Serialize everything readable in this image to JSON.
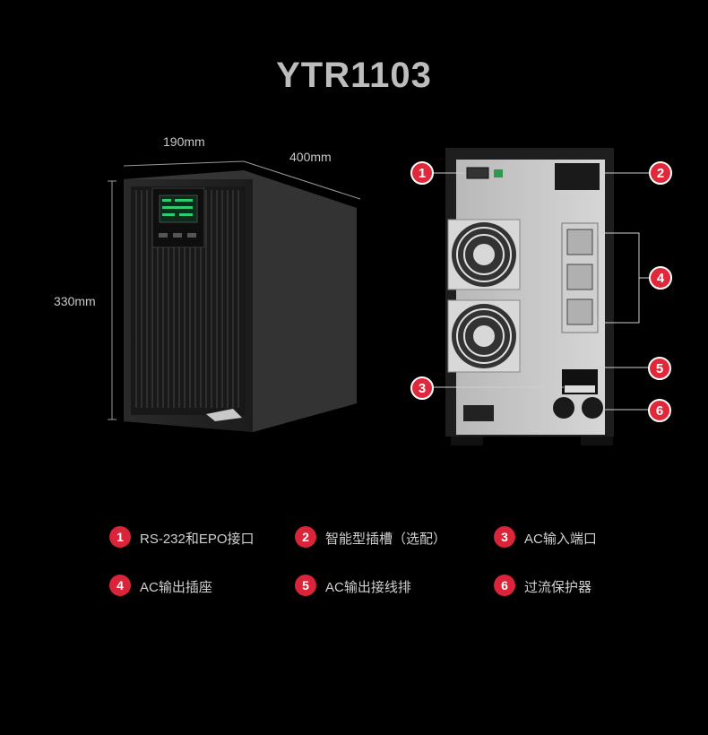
{
  "title": "YTR1103",
  "dimensions": {
    "width": "190mm",
    "depth": "400mm",
    "height": "330mm"
  },
  "callouts": [
    "1",
    "2",
    "3",
    "4",
    "5",
    "6"
  ],
  "legend": [
    {
      "num": "1",
      "text": "RS-232和EPO接口"
    },
    {
      "num": "2",
      "text": "智能型插槽（选配）"
    },
    {
      "num": "3",
      "text": "AC输入端口"
    },
    {
      "num": "4",
      "text": "AC输出插座"
    },
    {
      "num": "5",
      "text": "AC输出接线排"
    },
    {
      "num": "6",
      "text": "过流保护器"
    }
  ],
  "colors": {
    "accent": "#e0283a",
    "background": "#000000"
  }
}
